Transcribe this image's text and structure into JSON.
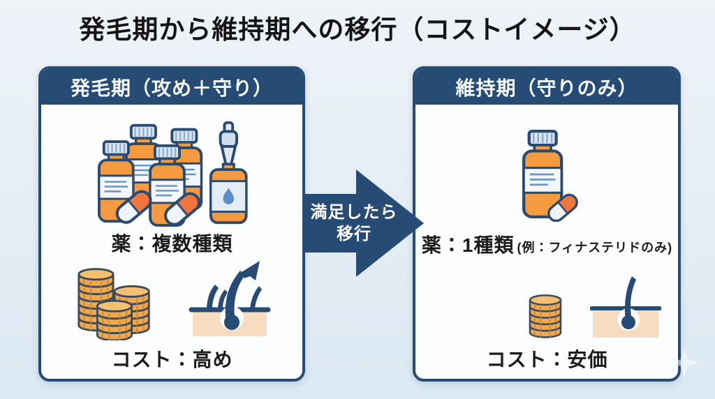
{
  "title": "発毛期から維持期への移行（コストイメージ）",
  "left_panel": {
    "header": "発毛期（攻め＋守り）",
    "medicine_label": "薬：複数種類",
    "cost_label": "コスト：高め"
  },
  "transition_arrow": {
    "label_line1": "満足したら",
    "label_line2": "移行"
  },
  "right_panel": {
    "header": "維持期（守りのみ）",
    "medicine_label": "薬：1種類",
    "medicine_note": "(例：フィナステリドのみ)",
    "cost_label": "コスト：安価"
  },
  "icons": {
    "left_medicines": "pill-bottles-dropper-capsules-icon",
    "left_cost": "coin-stacks-icon",
    "left_growth": "hair-growth-arrow-icon",
    "right_medicine": "pill-bottle-capsule-icon",
    "right_cost": "coin-stack-icon",
    "right_hair": "hair-follicle-icon",
    "decoration": "sparkle-icon"
  },
  "colors": {
    "background": "#e6eef6",
    "panel_navy": "#264b75",
    "panel_body": "#fcfdfe",
    "outline_navy": "#2b4a6f",
    "bottle_orange": "#f49b3f",
    "capsule_orange": "#f0763e",
    "cap_blue": "#d9e5f1",
    "label_line_blue": "#6b97c7",
    "coin_top": "#f4c173",
    "coin_side": "#eda94f",
    "skin": "#f8dcc0",
    "text_dark": "#1b1b1b"
  }
}
